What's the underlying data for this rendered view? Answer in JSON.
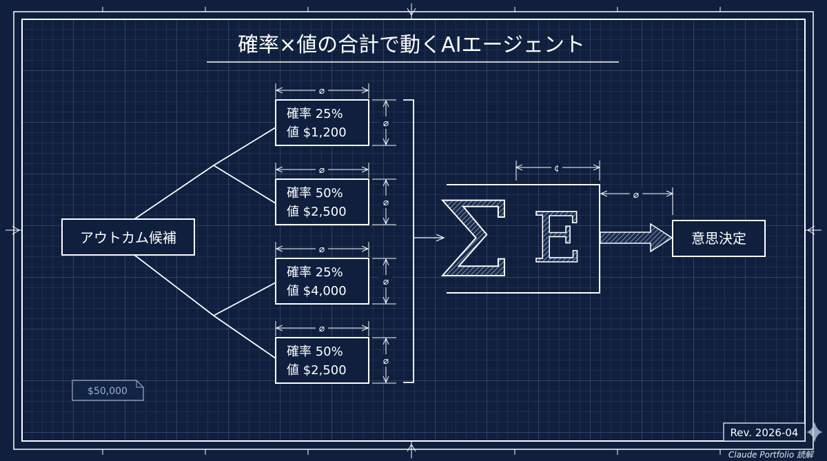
{
  "title": "確率×値の合計で動くAIエージェント",
  "source": "アウトカム候補",
  "dimension_symbol": "⌀",
  "dimension_symbol_alt": "¢",
  "outcomes": [
    {
      "prob_label": "確率 25%",
      "value_label": "値  $1,200"
    },
    {
      "prob_label": "確率 50%",
      "value_label": "値  $2,500"
    },
    {
      "prob_label": "確率 25%",
      "value_label": "値  $4,000"
    },
    {
      "prob_label": "確率 50%",
      "value_label": "値  $2,500"
    }
  ],
  "sigma": "Σ",
  "expectation": "E",
  "decision": "意思決定",
  "note": "$50,000",
  "revision": "Rev. 2026-04",
  "watermark": "Claude Portfolio 読解",
  "colors": {
    "background": "#0f1f3d",
    "line": "#ffffff",
    "grid": "#3a5078"
  }
}
